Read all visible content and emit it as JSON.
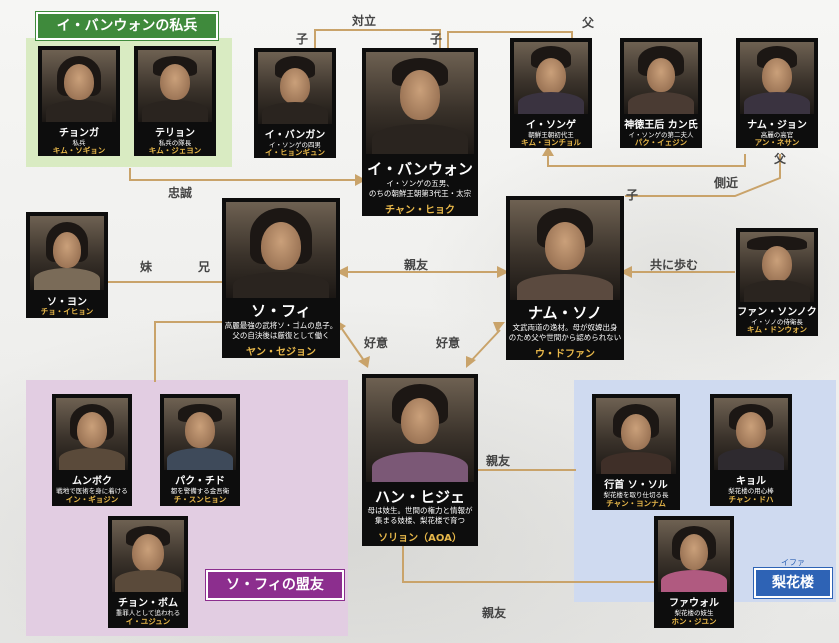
{
  "groups": {
    "private_soldiers": "イ・バンウォンの私兵",
    "sophie_allies": "ソ・フィの盟友",
    "ihwaru": "梨花楼",
    "ihwaru_ruby": "イファ"
  },
  "characters": {
    "jeongga": {
      "name": "チョンガ",
      "desc": [
        "私兵"
      ],
      "actor": "キム・ソギョン"
    },
    "terion": {
      "name": "テリョン",
      "desc": [
        "私兵の隊長"
      ],
      "actor": "キム・ジェヨン"
    },
    "ibangan": {
      "name": "イ・バンガン",
      "desc": [
        "イ・ソンゲの四男"
      ],
      "actor": "イ・ヒョンギュン"
    },
    "ibangwon": {
      "name": "イ・バンウォン",
      "desc": [
        "イ・ソンゲの五男、",
        "のちの朝鮮王朝第3代王・太宗"
      ],
      "actor": "チャン・ヒョク"
    },
    "isonge": {
      "name": "イ・ソンゲ",
      "desc": [
        "朝鮮王朝初代王"
      ],
      "actor": "キム・ヨンチョル"
    },
    "kangshi": {
      "name": "神徳王后 カン氏",
      "desc": [
        "イ・ソンゲの第二夫人"
      ],
      "actor": "パク・イェジン"
    },
    "namjeong": {
      "name": "ナム・ジョン",
      "desc": [
        "高麗の高官"
      ],
      "actor": "アン・ネサン"
    },
    "soyon": {
      "name": "ソ・ヨン",
      "desc": [],
      "actor": "チョ・イヒョン"
    },
    "sophie": {
      "name": "ソ・フィ",
      "desc": [
        "高麗最強の武将ソ・ゴムの息子。",
        "父の自決後は厳復として働く"
      ],
      "actor": "ヤン・セジョン"
    },
    "namsono": {
      "name": "ナム・ソノ",
      "desc": [
        "文武両道の逸材。母が奴婢出身",
        "のため父や世間から認められない"
      ],
      "actor": "ウ・ドファン"
    },
    "fansonnoku": {
      "name": "ファン・ソンノク",
      "desc": [
        "イ・ソノの侍衛長"
      ],
      "actor": "キム・ドンウォン"
    },
    "munbok": {
      "name": "ムンボク",
      "desc": [
        "戦地で医術を身に着ける"
      ],
      "actor": "イン・ギョジン"
    },
    "pakuchido": {
      "name": "パク・チド",
      "desc": [
        "都を警備する金吾衛"
      ],
      "actor": "チ・スンヒョン"
    },
    "hanhije": {
      "name": "ハン・ヒジェ",
      "desc": [
        "母は妓生。世間の権力と情報が",
        "集まる妓楼、梨花楼で育つ"
      ],
      "actor": "ソリョン（AOA）"
    },
    "haengsu": {
      "name": "行首 ソ・ソル",
      "desc": [
        "梨花楼を取り仕切る長"
      ],
      "actor": "チャン・ヨンナム"
    },
    "kyoru": {
      "name": "キョル",
      "desc": [
        "梨花楼の用心棒"
      ],
      "actor": "チャン・ドハ"
    },
    "chonbom": {
      "name": "チョン・ボム",
      "desc": [
        "重罪人として追われる"
      ],
      "actor": "イ・ユジュン"
    },
    "fawol": {
      "name": "ファウォル",
      "desc": [
        "梨花楼の妓生"
      ],
      "actor": "ホン・ジユン"
    }
  },
  "relations": {
    "tairitsu": "対立",
    "ko1": "子",
    "ko2": "子",
    "chichi1": "父",
    "chichi2": "父",
    "sokkin": "側近",
    "ko3": "子",
    "chusei": "忠誠",
    "imouto": "妹",
    "ani": "兄",
    "shinyu1": "親友",
    "tomoniayumu": "共に歩む",
    "koui1": "好意",
    "koui2": "好意",
    "shinyu2": "親友",
    "shinyu3": "親友"
  },
  "colors": {
    "green": "#3f8a3c",
    "purple": "#8c2e8e",
    "blue": "#2e63b5",
    "actor": "#e8b84a",
    "line": "#c9a36a"
  }
}
